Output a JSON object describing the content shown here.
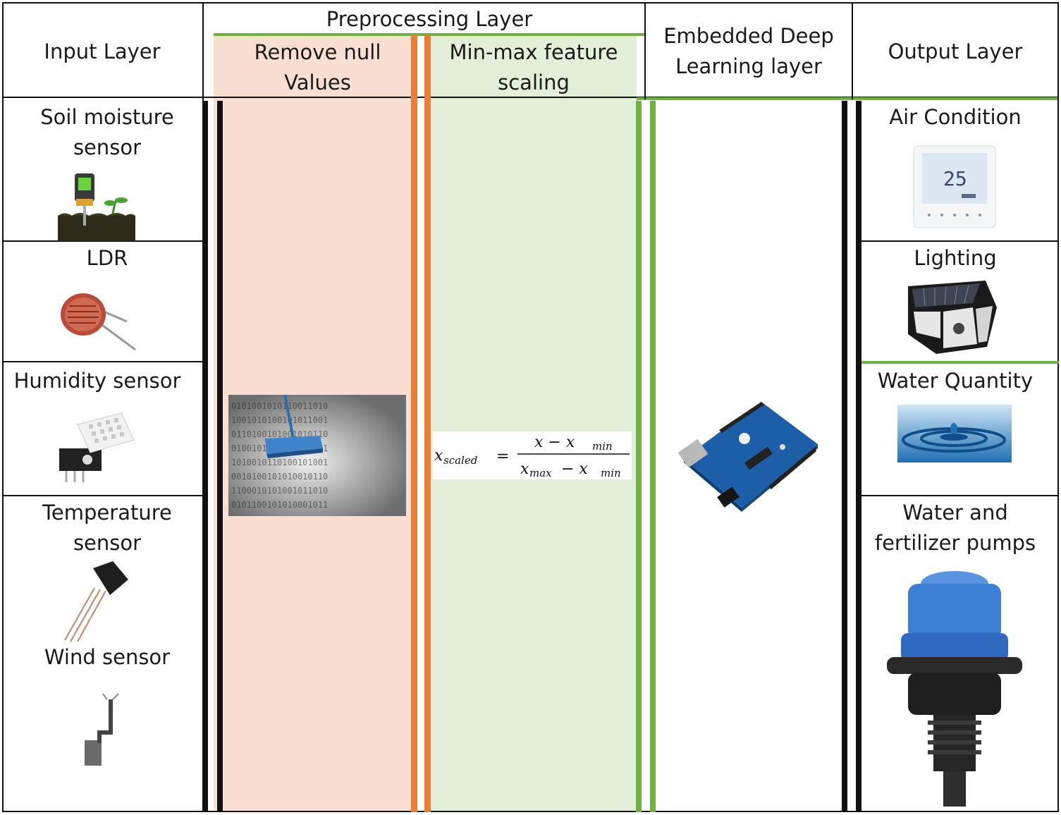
{
  "headers": {
    "input": "Input Layer",
    "preprocessing": "Preprocessing Layer",
    "remove_null": "Remove null\nValues",
    "minmax": "Min-max feature\nscaling",
    "embedded": "Embedded Deep\nLearning layer",
    "output": "Output Layer"
  },
  "inputs": {
    "soil": "Soil moisture\nsensor",
    "ldr": "LDR",
    "humidity": "Humidity sensor",
    "temperature": "Temperature\nsensor",
    "wind": "Wind sensor"
  },
  "outputs": {
    "air": "Air Condition",
    "lighting": "Lighting",
    "water_quantity": "Water Quantity",
    "pumps": "Water and\nfertilizer pumps"
  },
  "formula": {
    "lhs": "x",
    "lhs_sub": "scaled",
    "num": "x − x",
    "num_sub": "min",
    "den_a": "x",
    "den_a_sub": "max",
    "den_b": " − x",
    "den_b_sub": "min"
  },
  "thermostat_display": "25",
  "colors": {
    "remove_null_bg": "#f9dfd2",
    "minmax_bg": "#e2efd9",
    "orange": "#ed7d31",
    "green": "#72b043"
  }
}
